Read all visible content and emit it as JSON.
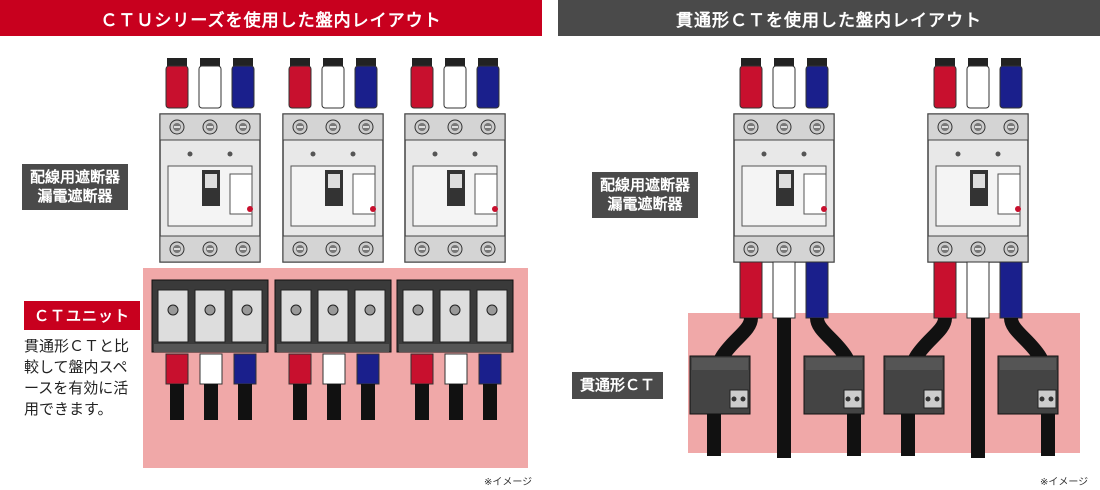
{
  "left": {
    "header": "ＣＴＵシリーズを使用した盤内レイアウト",
    "breaker_label_line1": "配線用遮断器",
    "breaker_label_line2": "漏電遮断器",
    "ct_unit_label": "ＣＴユニット",
    "description": "貫通形ＣＴと比較して盤内スペースを有効に活用できます。",
    "note": "※イメージ"
  },
  "right": {
    "header": "貫通形ＣＴを使用した盤内レイアウト",
    "breaker_label_line1": "配線用遮断器",
    "breaker_label_line2": "漏電遮断器",
    "ct_label": "貫通形ＣＴ",
    "note": "※イメージ"
  },
  "colors": {
    "header_red": "#c8001e",
    "header_gray": "#4a4a4a",
    "zone_pink": "#f0a8a8",
    "cable_red": "#c8102e",
    "cable_white": "#ffffff",
    "cable_blue": "#1a1f8c"
  }
}
